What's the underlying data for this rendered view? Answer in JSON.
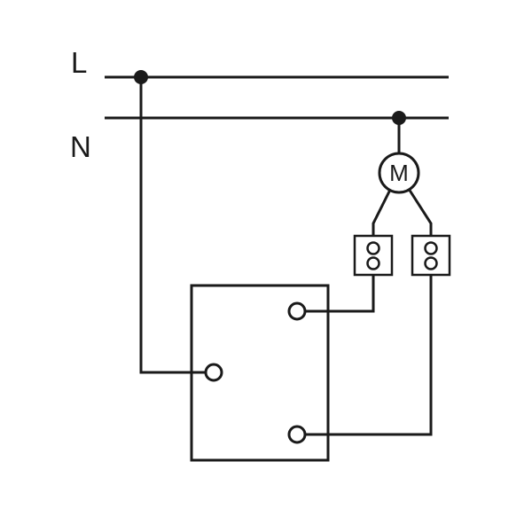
{
  "labels": {
    "live_line": "L",
    "neutral_line": "N",
    "motor": "M"
  },
  "colors": {
    "stroke": "#1a1a1a",
    "background": "#ffffff"
  },
  "components": [
    {
      "name": "live-supply-line",
      "label": "L"
    },
    {
      "name": "neutral-supply-line",
      "label": "N"
    },
    {
      "name": "motor",
      "label": "M"
    },
    {
      "name": "terminal-block-left",
      "terminals": 2
    },
    {
      "name": "terminal-block-right",
      "terminals": 2
    },
    {
      "name": "switch-box",
      "terminals": 3
    }
  ]
}
